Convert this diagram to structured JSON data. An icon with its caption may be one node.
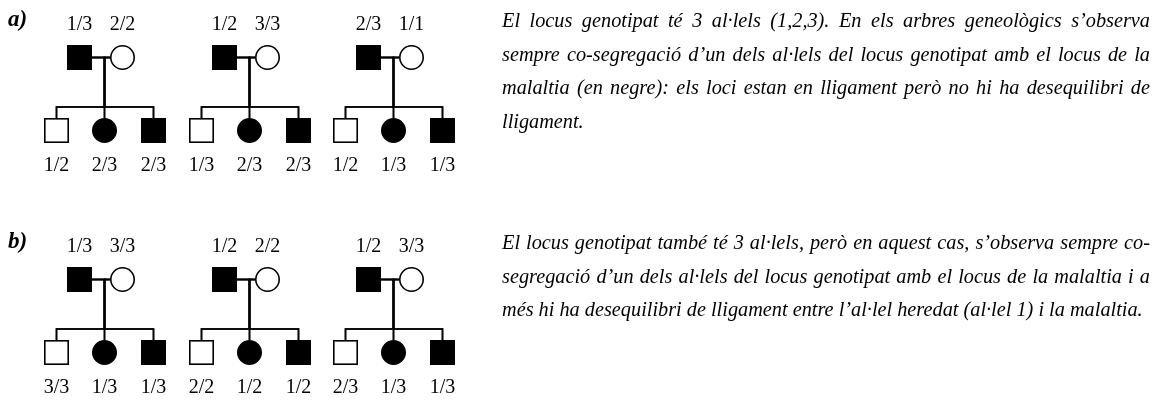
{
  "diagram": {
    "nodes": [
      {
        "text": [],
        "shape": "box",
        "beside": [
          "1/3"
        ]
      },
      {
        "text": [],
        "shape": "circle",
        "beside": [
          "2/2"
        ]
      },
      {
        "text": [],
        "shape": "box",
        "beside": [
          "1/2"
        ]
      },
      {
        "text": [],
        "shape": "circle",
        "beside": [
          "2/3"
        ]
      },
      {
        "text": [],
        "shape": "box",
        "beside": [
          "2/3"
        ]
      },
      {
        "text": [],
        "shape": "box",
        "beside": [
          "1/2"
        ]
      },
      {
        "text": [],
        "shape": "circle",
        "beside": [
          "3/3"
        ]
      },
      {
        "text": [],
        "shape": "box",
        "beside": [
          "1/3"
        ]
      },
      {
        "text": [],
        "shape": "circle",
        "beside": [
          "2/3"
        ]
      },
      {
        "text": [],
        "shape": "box",
        "beside": [
          "2/3"
        ]
      },
      {
        "text": [],
        "shape": "box",
        "beside": [
          "2/3"
        ]
      },
      {
        "text": [],
        "shape": "circle",
        "beside": [
          "1/1"
        ]
      },
      {
        "text": [],
        "shape": "box",
        "beside": [
          "1/2"
        ]
      },
      {
        "text": [],
        "shape": "circle",
        "beside": [
          "1/3"
        ]
      },
      {
        "text": [],
        "shape": "box",
        "beside": [
          "1/3"
        ]
      },
      {
        "text": [],
        "shape": "box",
        "beside": [
          "1/3"
        ]
      },
      {
        "text": [],
        "shape": "circle",
        "beside": [
          "3/3"
        ]
      },
      {
        "text": [],
        "shape": "box",
        "beside": [
          "3/3"
        ]
      },
      {
        "text": [],
        "shape": "circle",
        "beside": [
          "1/3"
        ]
      },
      {
        "text": [],
        "shape": "box",
        "beside": [
          "1/3"
        ]
      },
      {
        "text": [],
        "shape": "box",
        "beside": [
          "1/2"
        ]
      },
      {
        "text": [],
        "shape": "circle",
        "beside": [
          "2/2"
        ]
      },
      {
        "text": [],
        "shape": "box",
        "beside": [
          "2/2"
        ]
      },
      {
        "text": [],
        "shape": "circle",
        "beside": [
          "1/2"
        ]
      },
      {
        "text": [],
        "shape": "box",
        "beside": [
          "1/2"
        ]
      },
      {
        "text": [],
        "shape": "box",
        "beside": [
          "1/2"
        ]
      },
      {
        "text": [],
        "shape": "circle",
        "beside": [
          "3/3"
        ]
      },
      {
        "text": [],
        "shape": "box",
        "beside": [
          "2/3"
        ]
      },
      {
        "text": [],
        "shape": "circle",
        "beside": [
          "1/3"
        ]
      },
      {
        "text": [],
        "shape": "box",
        "beside": [
          "1/3"
        ]
      }
    ],
    "edges": [
      {
        "from": 0,
        "to": 1,
        "arrow": "none"
      },
      {
        "from": 0,
        "to": 2,
        "arrow": "none"
      },
      {
        "from": 1,
        "to": 2,
        "arrow": "none"
      },
      {
        "from": 0,
        "to": 3,
        "arrow": "none"
      },
      {
        "from": 1,
        "to": 3,
        "arrow": "none"
      },
      {
        "from": 0,
        "to": 4,
        "arrow": "none"
      },
      {
        "from": 1,
        "to": 4,
        "arrow": "none"
      },
      {
        "from": 5,
        "to": 6,
        "arrow": "none"
      },
      {
        "from": 5,
        "to": 7,
        "arrow": "none"
      },
      {
        "from": 6,
        "to": 7,
        "arrow": "none"
      },
      {
        "from": 5,
        "to": 8,
        "arrow": "none"
      },
      {
        "from": 6,
        "to": 8,
        "arrow": "none"
      },
      {
        "from": 5,
        "to": 9,
        "arrow": "none"
      },
      {
        "from": 6,
        "to": 9,
        "arrow": "none"
      },
      {
        "from": 10,
        "to": 11,
        "arrow": "none"
      },
      {
        "from": 10,
        "to": 12,
        "arrow": "none"
      },
      {
        "from": 11,
        "to": 12,
        "arrow": "none"
      },
      {
        "from": 10,
        "to": 13,
        "arrow": "none"
      },
      {
        "from": 11,
        "to": 13,
        "arrow": "none"
      },
      {
        "from": 10,
        "to": 14,
        "arrow": "none"
      },
      {
        "from": 11,
        "to": 14,
        "arrow": "none"
      },
      {
        "from": 15,
        "to": 16,
        "arrow": "none"
      },
      {
        "from": 15,
        "to": 17,
        "arrow": "none"
      },
      {
        "from": 16,
        "to": 17,
        "arrow": "none"
      },
      {
        "from": 15,
        "to": 18,
        "arrow": "none"
      },
      {
        "from": 16,
        "to": 18,
        "arrow": "none"
      },
      {
        "from": 15,
        "to": 19,
        "arrow": "none"
      },
      {
        "from": 16,
        "to": 19,
        "arrow": "none"
      },
      {
        "from": 20,
        "to": 21,
        "arrow": "none"
      },
      {
        "from": 20,
        "to": 22,
        "arrow": "none"
      },
      {
        "from": 21,
        "to": 22,
        "arrow": "none"
      },
      {
        "from": 20,
        "to": 23,
        "arrow": "none"
      },
      {
        "from": 21,
        "to": 23,
        "arrow": "none"
      },
      {
        "from": 20,
        "to": 24,
        "arrow": "none"
      },
      {
        "from": 21,
        "to": 24,
        "arrow": "none"
      },
      {
        "from": 25,
        "to": 26,
        "arrow": "none"
      },
      {
        "from": 25,
        "to": 27,
        "arrow": "none"
      },
      {
        "from": 26,
        "to": 27,
        "arrow": "none"
      },
      {
        "from": 25,
        "to": 28,
        "arrow": "none"
      },
      {
        "from": 26,
        "to": 28,
        "arrow": "none"
      },
      {
        "from": 25,
        "to": 29,
        "arrow": "none"
      },
      {
        "from": 26,
        "to": 29,
        "arrow": "none"
      }
    ],
    "labels": [
      "a)",
      "El locus genotipat té 3 al·lels (1,2,3). En els arbres geneològics s’observa sempre co-segregació d’un dels al·lels del locus genotipat amb el locus de la malaltia (en negre): els loci estan en lligament però no hi ha desequilibri de lligament.",
      "b)",
      "El locus genotipat també té 3 al·lels, però en aquest cas, s’observa sempre co-segregació d’un dels al·lels del locus genotipat amb el locus de la malaltia i a més hi ha desequilibri de lligament entre l’al·lel heredat (al·lel 1) i la malaltia."
    ]
  }
}
